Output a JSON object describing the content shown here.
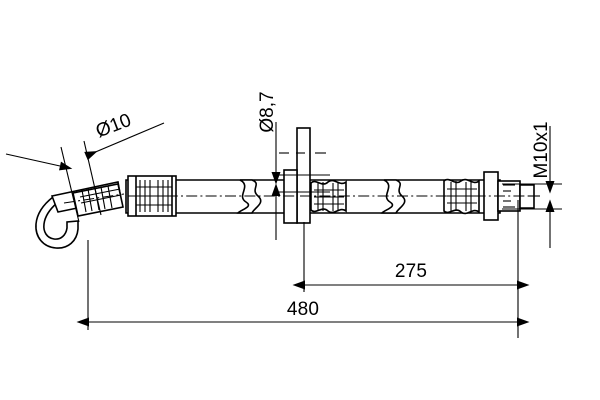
{
  "drawing": {
    "type": "technical-part-drawing",
    "subject": "brake hose assembly",
    "background_color": "#ffffff",
    "line_color": "#000000",
    "annotations": {
      "bore_left": {
        "label": "Ø10",
        "meaning": "diameter 10",
        "orientation": "rotated",
        "rotation_deg": -21
      },
      "bore_mid": {
        "label": "Ø8,7",
        "meaning": "diameter 8.7",
        "orientation": "vertical",
        "rotation_deg": -90
      },
      "thread_right": {
        "label": "M10x1",
        "meaning": "metric thread M10 pitch 1",
        "orientation": "vertical",
        "rotation_deg": -90
      },
      "length_partial": {
        "label": "275",
        "meaning": "length from centre bracket to right end"
      },
      "length_total": {
        "label": "480",
        "meaning": "overall length"
      }
    }
  },
  "chart_data": {
    "type": "table",
    "title": "",
    "categories": [
      "Ø10",
      "Ø8,7",
      "M10x1",
      "275",
      "480"
    ],
    "values": [
      10,
      8.7,
      10,
      275,
      480
    ],
    "xlabel": "",
    "ylabel": "",
    "units": "mm"
  }
}
